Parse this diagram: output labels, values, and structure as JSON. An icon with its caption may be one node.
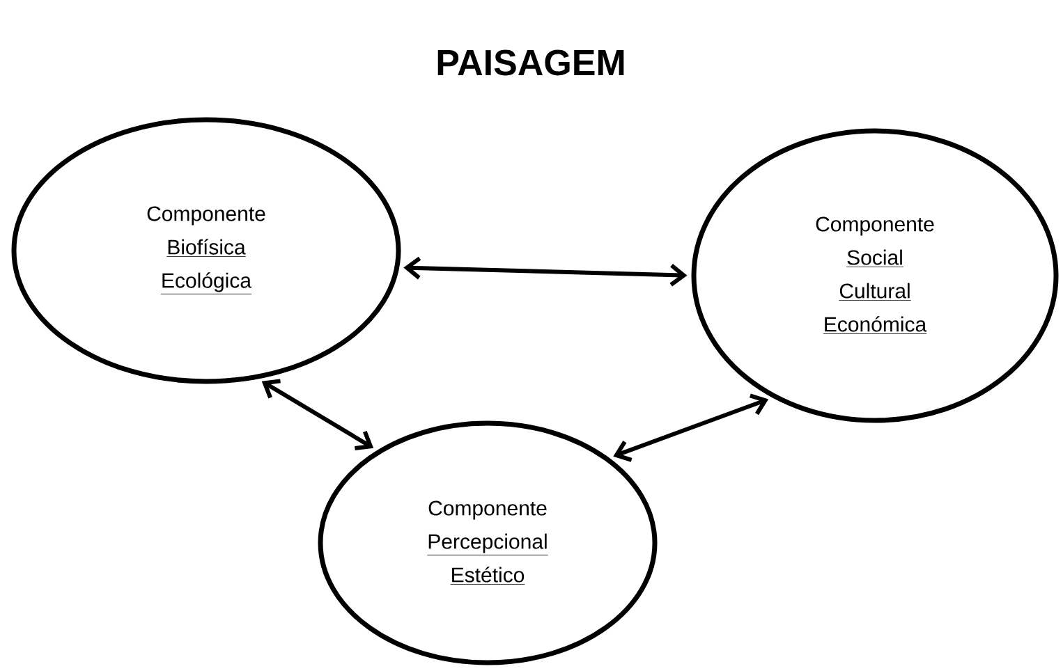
{
  "diagram": {
    "title": "PAISAGEM",
    "nodes": [
      {
        "text": [
          "Componente",
          "Biofísica",
          "Ecológica"
        ]
      },
      {
        "text": [
          "Componente",
          "Social",
          "Cultural",
          "Económica"
        ]
      },
      {
        "text": [
          "Componente",
          "Percepcional",
          "Estético"
        ]
      }
    ],
    "edges": [
      {
        "from": 0,
        "to": 1,
        "arrow": "both"
      },
      {
        "from": 0,
        "to": 2,
        "arrow": "both"
      },
      {
        "from": 2,
        "to": 1,
        "arrow": "both"
      }
    ]
  }
}
